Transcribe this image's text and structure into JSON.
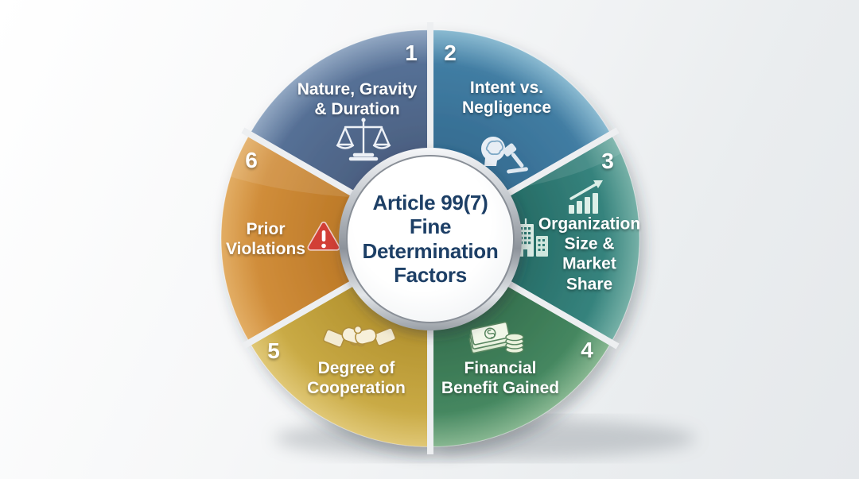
{
  "center": {
    "title_lines": [
      "Article 99(7)",
      "Fine",
      "Determination",
      "Factors"
    ],
    "text_color": "#1d3f66",
    "fill_color": "#fbfcfd",
    "ring_color": "#aeb4bb"
  },
  "background_color": "#eff1f3",
  "separator_color": "#edeff1",
  "segments": [
    {
      "number": "1",
      "lines": [
        "Nature, Gravity",
        "& Duration"
      ],
      "icon": "scales-of-justice-icon",
      "colors": {
        "dark": "#374f74",
        "base": "#43608a",
        "light": "#8ba3c0"
      }
    },
    {
      "number": "2",
      "lines": [
        "Intent vs.",
        "Negligence"
      ],
      "icon": "head-brain-gavel-icon",
      "colors": {
        "dark": "#1f5d86",
        "base": "#2d6f99",
        "light": "#85b9d1"
      }
    },
    {
      "number": "3",
      "lines": [
        "Organization",
        "Size &",
        "Market",
        "Share"
      ],
      "icon": "growth-chart-buildings-icon",
      "colors": {
        "dark": "#266c66",
        "base": "#36837d",
        "light": "#7cb5ab"
      }
    },
    {
      "number": "4",
      "lines": [
        "Financial",
        "Benefit Gained"
      ],
      "icon": "money-bills-coins-icon",
      "colors": {
        "dark": "#35704e",
        "base": "#458760",
        "light": "#8dbb95"
      }
    },
    {
      "number": "5",
      "lines": [
        "Degree of",
        "Cooperation"
      ],
      "icon": "handshake-icon",
      "colors": {
        "dark": "#b3922f",
        "base": "#c9aa45",
        "light": "#e2ca7a"
      }
    },
    {
      "number": "6",
      "lines": [
        "Prior",
        "Violations"
      ],
      "icon": "warning-triangle-icon",
      "colors": {
        "dark": "#bd7a28",
        "base": "#d08d3a",
        "light": "#e4b068"
      }
    }
  ]
}
